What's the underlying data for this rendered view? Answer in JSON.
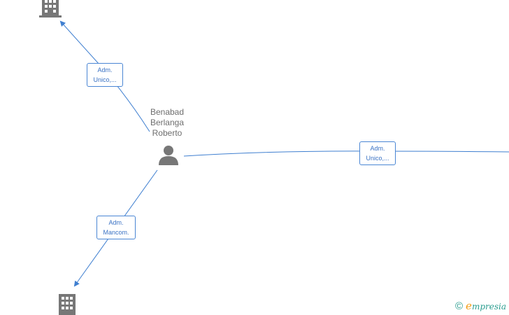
{
  "person": {
    "name_lines": [
      "Benabad",
      "Berlanga",
      "Roberto"
    ]
  },
  "edges": [
    {
      "id": "to-top-company",
      "label_lines": [
        "Adm.",
        "Unico,..."
      ]
    },
    {
      "id": "to-right-company",
      "label_lines": [
        "Adm.",
        "Unico,..."
      ]
    },
    {
      "id": "to-bottom-company",
      "label_lines": [
        "Adm.",
        "Mancom."
      ]
    }
  ],
  "companies": [
    {
      "id": "top-company",
      "icon": "building-icon"
    },
    {
      "id": "bottom-company",
      "icon": "building-icon"
    }
  ],
  "footer": {
    "copyright_symbol": "©",
    "brand_first_letter": "e",
    "brand_rest": "mpresia"
  },
  "colors": {
    "edge": "#3f7fd0",
    "node_icon": "#777777",
    "label_text": "#3a72c4",
    "name_text": "#6e6e6e",
    "brand_teal": "#2a9d8f",
    "brand_orange": "#f39c12"
  }
}
